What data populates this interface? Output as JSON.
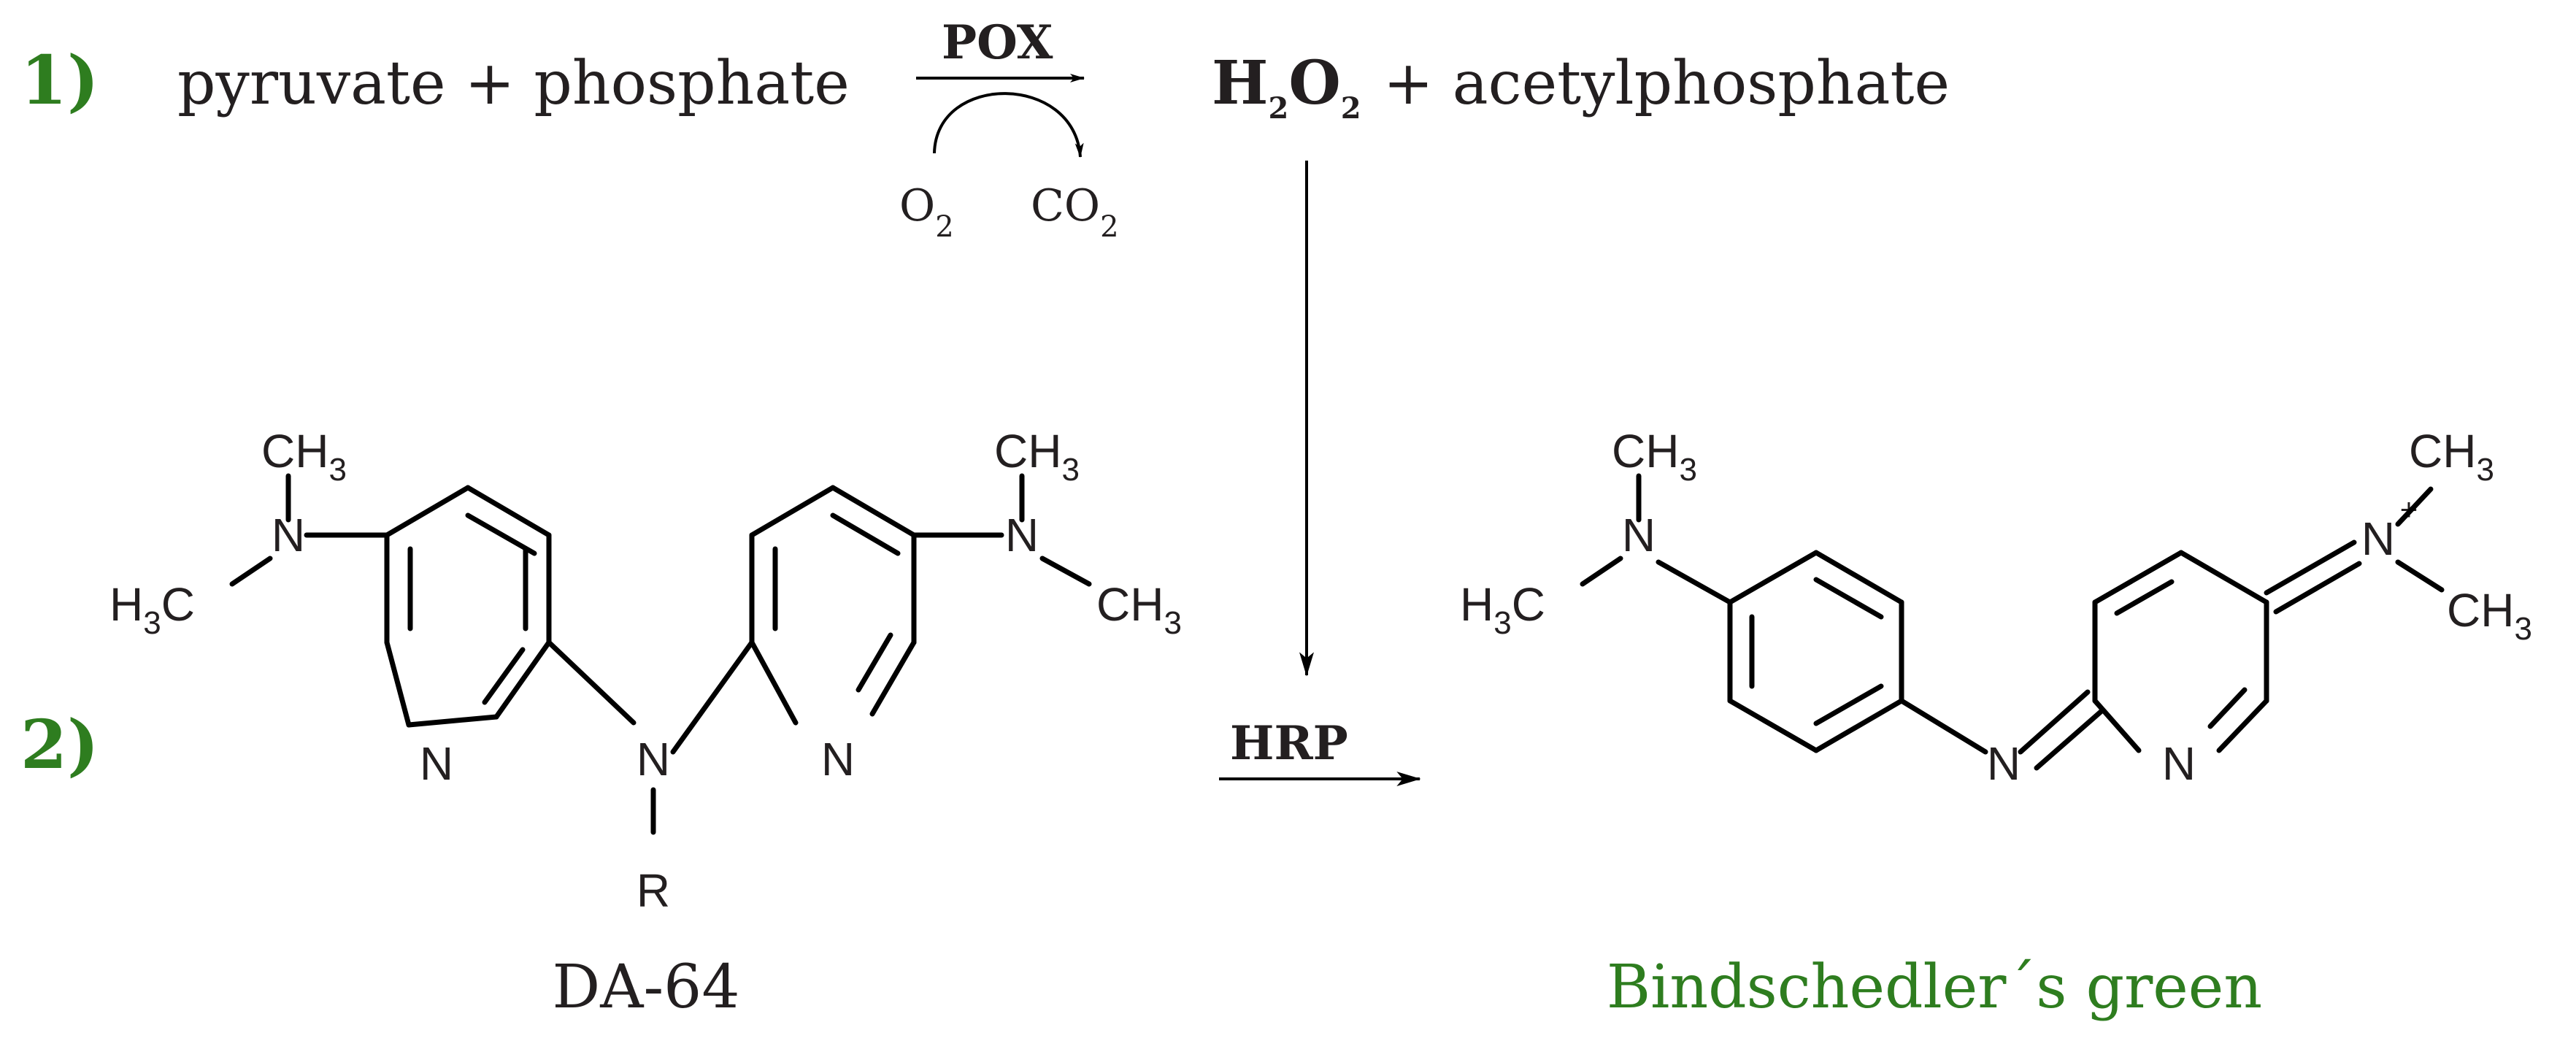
{
  "colors": {
    "step_label": "#2e7d1f",
    "product_caption": "#2e7d1f",
    "text": "#231f20",
    "bonds": "#000000"
  },
  "reaction1": {
    "step_label": "1)",
    "reactants": "pyruvate + phosphate",
    "enzyme": "POX",
    "cosubstrate": {
      "base": "O",
      "sub": "2"
    },
    "coproduct": {
      "base": "CO",
      "sub": "2"
    },
    "product_h2o2": {
      "h": "H",
      "sub1": "2",
      "o": "O",
      "sub2": "2"
    },
    "product_rest": " + acetylphosphate"
  },
  "reaction2": {
    "step_label": "2)",
    "enzyme": "HRP",
    "substrate_name": "DA-64",
    "product_name": "Bindschedler´s green"
  },
  "atoms": {
    "nitrogen": "N",
    "ring_nitrogen": "N",
    "substituent_r": "R",
    "methyl_right": {
      "base": "CH",
      "sub": "3"
    },
    "methyl_left": {
      "h": "H",
      "sub": "3",
      "c": "C"
    },
    "positive_charge": "+"
  }
}
